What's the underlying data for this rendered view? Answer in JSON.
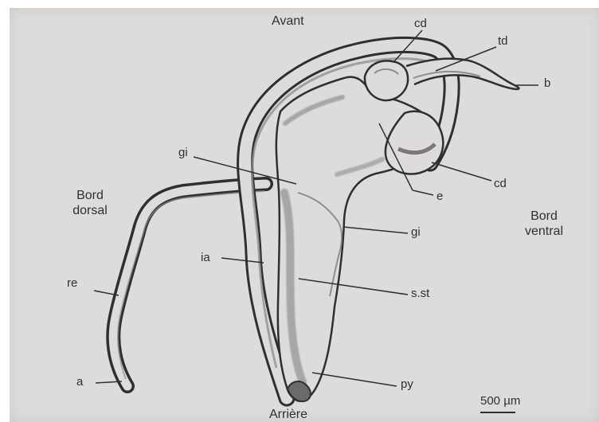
{
  "orientation": {
    "top": "Avant",
    "bottom": "Arrière",
    "left": [
      "Bord",
      "dorsal"
    ],
    "right": [
      "Bord",
      "ventral"
    ]
  },
  "labels": {
    "cd_top": "cd",
    "td": "td",
    "b": "b",
    "gi_left": "gi",
    "cd_right": "cd",
    "e": "e",
    "gi_right": "gi",
    "ia": "ia",
    "re": "re",
    "s_st": "s.st",
    "a": "a",
    "py": "py"
  },
  "scale": {
    "label": "500 µm"
  },
  "colors": {
    "background": "#dedcdb",
    "ink": "#2f2f2f",
    "shading": "#8f8d8b"
  }
}
